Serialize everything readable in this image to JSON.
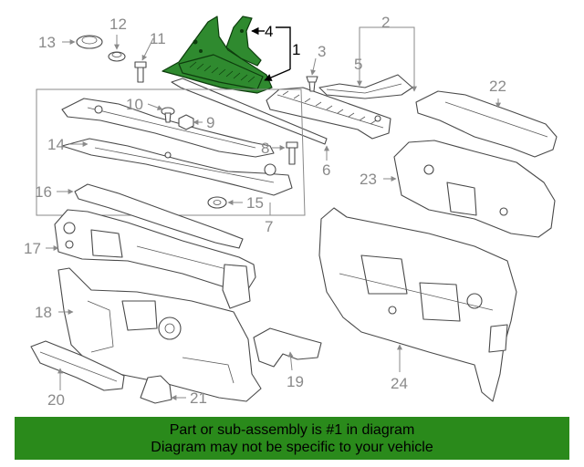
{
  "diagram": {
    "callouts": [
      "1",
      "2",
      "3",
      "4",
      "5",
      "6",
      "7",
      "8",
      "9",
      "10",
      "11",
      "12",
      "13",
      "14",
      "15",
      "16",
      "17",
      "18",
      "19",
      "20",
      "21",
      "22",
      "23",
      "24"
    ],
    "highlighted_callouts": [
      "1",
      "4"
    ],
    "highlight_color": "#2f8a2f"
  },
  "banner": {
    "line1": "Part or sub-assembly is #1 in diagram",
    "line2": "Diagram may not be specific to your vehicle",
    "background": "#2a8a1b"
  }
}
